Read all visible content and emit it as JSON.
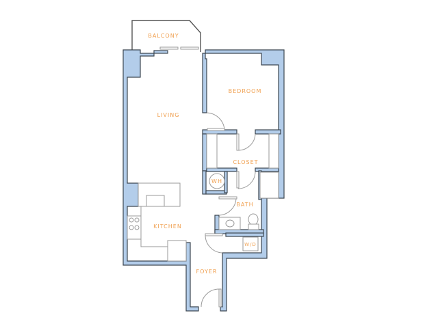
{
  "plan": {
    "rooms": {
      "balcony": "BALCONY",
      "living": "LIVING",
      "bedroom": "BEDROOM",
      "closet": "CLOSET",
      "water_heater": "WH",
      "bath": "BATH",
      "kitchen": "KITCHEN",
      "washer_dryer": "W/D",
      "foyer": "FOYER"
    },
    "colors": {
      "wall": "#b3cdea",
      "label": "#f0a050",
      "outline": "#3c4650"
    }
  }
}
